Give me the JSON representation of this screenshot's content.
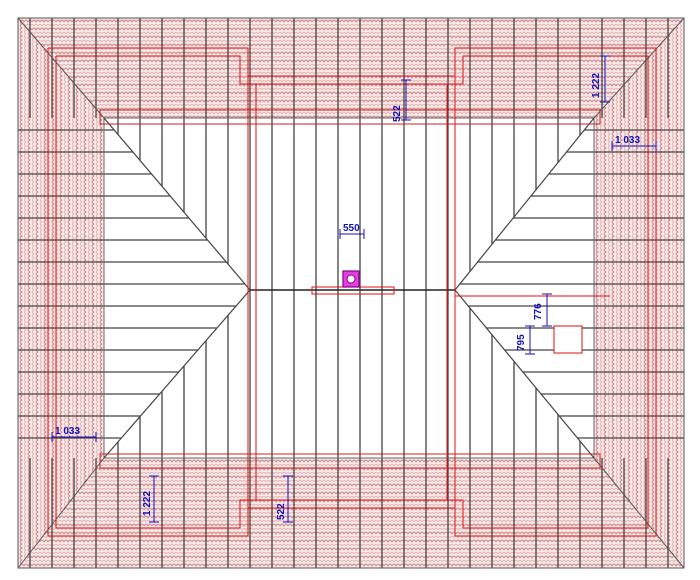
{
  "drawing": {
    "colors": {
      "background": "#ffffff",
      "tile_fill": "#f4e4e4",
      "tile_stroke": "#c87878",
      "rafter": "#444444",
      "outline_red": "#e01010",
      "dimension_blue": "#1010c0",
      "chimney_fill": "#e040e0",
      "chimney_stroke": "#8a008a",
      "hip_line": "#555555"
    },
    "dimensions": [
      {
        "id": "dim-top-overhang",
        "text": "522"
      },
      {
        "id": "dim-top-right-eave",
        "text": "1 222"
      },
      {
        "id": "dim-right-side",
        "text": "1 033"
      },
      {
        "id": "dim-chimney-offset",
        "text": "550"
      },
      {
        "id": "dim-window-upper",
        "text": "776"
      },
      {
        "id": "dim-window-lower",
        "text": "795"
      },
      {
        "id": "dim-left-side",
        "text": "1 033"
      },
      {
        "id": "dim-bottom-left-eave",
        "text": "1 222"
      },
      {
        "id": "dim-bottom-overhang",
        "text": "522"
      }
    ],
    "elements": {
      "chimney": "chimney",
      "roof_window": "roof-window",
      "ridge": "ridge"
    }
  }
}
